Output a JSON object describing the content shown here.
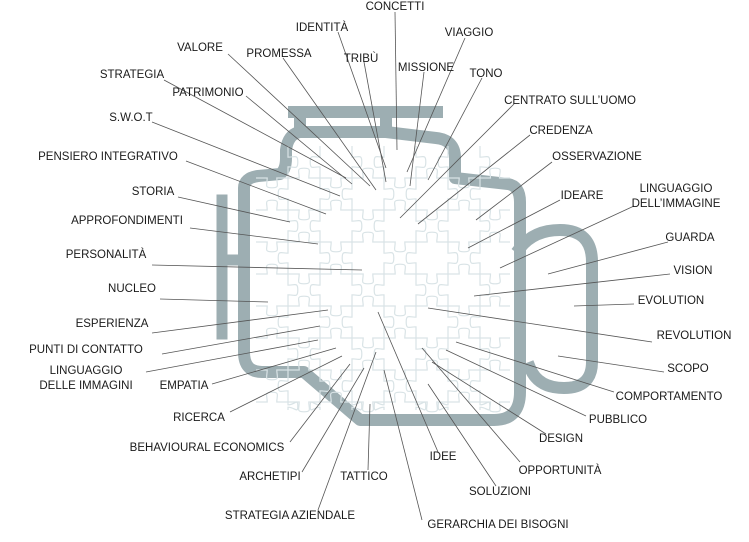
{
  "colors": {
    "outline": "#9daeb2",
    "puzzle": "#d9e3e6",
    "leader": "#555555",
    "text": "#1a1a1a"
  },
  "labels": {
    "concetti": "CONCETTI",
    "identita": "IDENTITÀ",
    "viaggio": "VIAGGIO",
    "valore": "VALORE",
    "promessa": "PROMESSA",
    "tribu": "TRIBÙ",
    "missione": "MISSIONE",
    "tono": "TONO",
    "strategia": "STRATEGIA",
    "patrimonio": "PATRIMONIO",
    "centrato": "CENTRATO SULL’UOMO",
    "swot": "S.W.O.T",
    "credenza": "CREDENZA",
    "pensiero": "PENSIERO INTEGRATIVO",
    "osservazione": "OSSERVAZIONE",
    "storia": "STORIA",
    "ideare": "IDEARE",
    "ling_imm_1": "LINGUAGGIO",
    "ling_imm_2": "DELL’IMMAGINE",
    "approfondimenti": "APPROFONDIMENTI",
    "guarda": "GUARDA",
    "personalita": "PERSONALITÀ",
    "vision": "VISION",
    "nucleo": "NUCLEO",
    "evolution": "EVOLUTION",
    "esperienza": "ESPERIENZA",
    "revolution": "REVOLUTION",
    "punti": "PUNTI DI CONTATTO",
    "ling_imm2_1": "LINGUAGGIO",
    "ling_imm2_2": "DELLE IMMAGINI",
    "scopo": "SCOPO",
    "empatia": "EMPATIA",
    "comportamento": "COMPORTAMENTO",
    "ricerca": "RICERCA",
    "pubblico": "PUBBLICO",
    "behavioural": "BEHAVIOURAL ECONOMICS",
    "design": "DESIGN",
    "idee": "IDEE",
    "archetipi": "ARCHETIPI",
    "opportunita": "OPPORTUNITÀ",
    "tattico": "TATTICO",
    "soluzioni": "SOLUZIONI",
    "strategia_aziendale": "STRATEGIA AZIENDALE",
    "gerarchia": "GERARCHIA DEI BISOGNI"
  }
}
